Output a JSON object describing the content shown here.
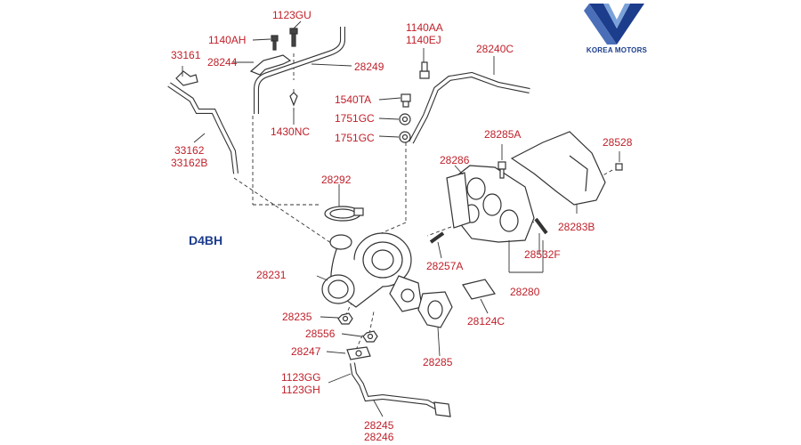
{
  "brand": {
    "name": "KOREA MOTORS",
    "primary_color": "#1c3c8c",
    "secondary_color": "#7aa2d8"
  },
  "diagram": {
    "model": "D4BH",
    "label_color": "#c0202a",
    "line_color": "#333333",
    "parts": {
      "p1123GU": "1123GU",
      "p1140AH": "1140AH",
      "p33161": "33161",
      "p28244": "28244",
      "p28249": "28249",
      "p1140AA": "1140AA",
      "p1140EJ": "1140EJ",
      "p28240C": "28240C",
      "p1540TA": "1540TA",
      "p1751GC_a": "1751GC",
      "p1751GC_b": "1751GC",
      "p1430NC": "1430NC",
      "p33162": "33162",
      "p33162B": "33162B",
      "p28285A": "28285A",
      "p28528": "28528",
      "p28286": "28286",
      "p28292": "28292",
      "p28283B": "28283B",
      "p28231": "28231",
      "p28257A": "28257A",
      "p28532F": "28532F",
      "p28280": "28280",
      "p28235": "28235",
      "p28556": "28556",
      "p28124C": "28124C",
      "p28247": "28247",
      "p28285": "28285",
      "p1123GG": "1123GG",
      "p1123GH": "1123GH",
      "p28245": "28245",
      "p28246": "28246"
    }
  }
}
